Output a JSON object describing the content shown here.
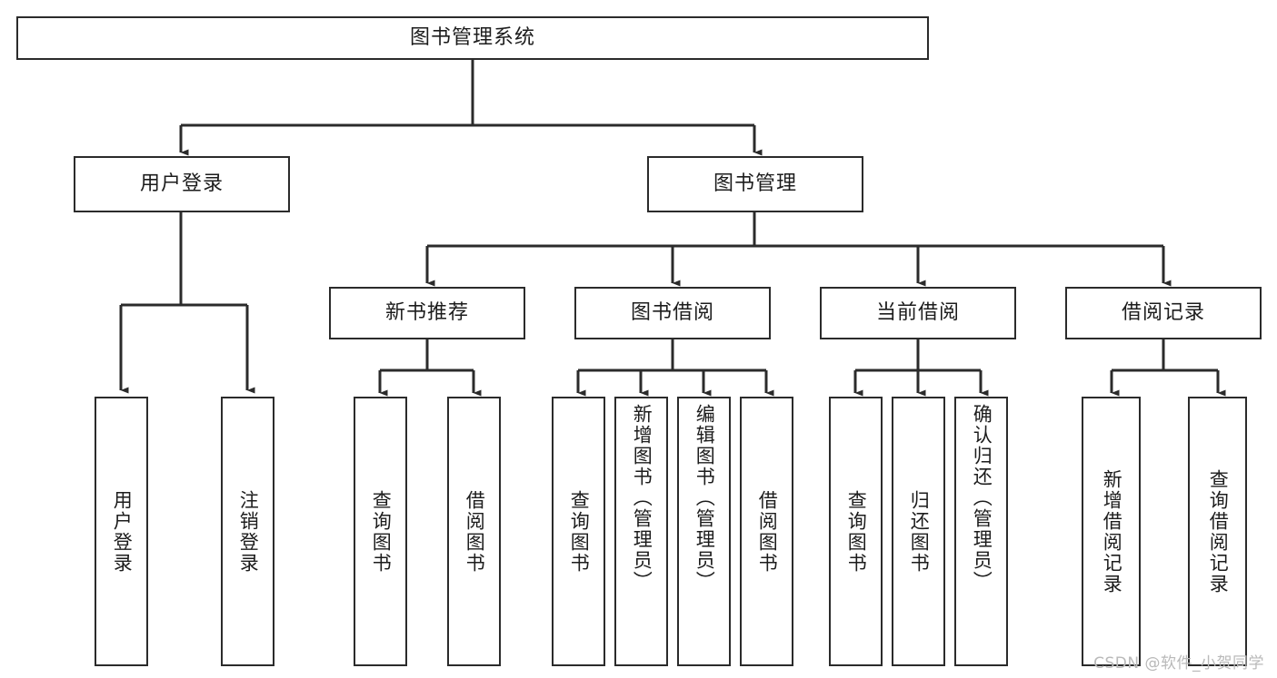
{
  "diagram": {
    "type": "tree",
    "title": "图书管理系统",
    "orientation": "top-down",
    "line_color": "#2b2b2b",
    "box_fill": "#ffffff",
    "text_color": "#1c1c1c",
    "levels": 4
  },
  "root": {
    "label": "图书管理系统"
  },
  "level2": {
    "user_login": {
      "label": "用户登录"
    },
    "book_manage": {
      "label": "图书管理"
    }
  },
  "level3": {
    "new_book_rec": {
      "label": "新书推荐"
    },
    "book_borrow": {
      "label": "图书借阅"
    },
    "current_borrow": {
      "label": "当前借阅"
    },
    "borrow_record": {
      "label": "借阅记录"
    }
  },
  "leaves": {
    "user_login_children": [
      {
        "label": "用户登录"
      },
      {
        "label": "注销登录"
      }
    ],
    "new_book_rec_children": [
      {
        "label": "查询图书"
      },
      {
        "label": "借阅图书"
      }
    ],
    "book_borrow_children": [
      {
        "label": "查询图书"
      },
      {
        "label": "新增图书（管理员）"
      },
      {
        "label": "编辑图书（管理员）"
      },
      {
        "label": "借阅图书"
      }
    ],
    "current_borrow_children": [
      {
        "label": "查询图书"
      },
      {
        "label": "归还图书"
      },
      {
        "label": "确认归还（管理员）"
      }
    ],
    "borrow_record_children": [
      {
        "label": "新增借阅记录"
      },
      {
        "label": "查询借阅记录"
      }
    ]
  },
  "watermark": {
    "text": "CSDN @软件_小贺同学",
    "color": "#b9b9b9"
  }
}
